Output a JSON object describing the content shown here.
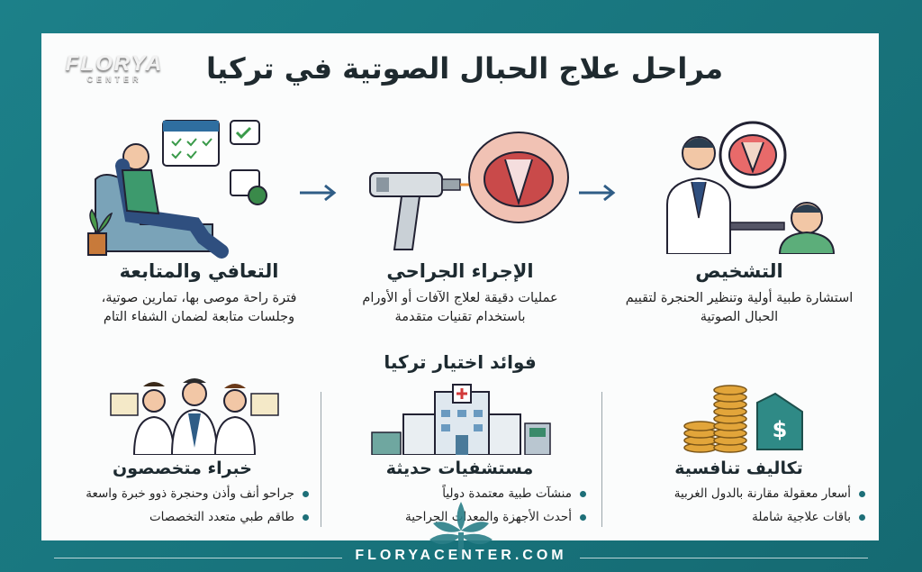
{
  "brand": {
    "logo_main": "FLORYA",
    "logo_sub": "CENTER"
  },
  "title": "مراحل علاج الحبال الصوتية في تركيا",
  "stages": [
    {
      "title": "التشخيص",
      "desc": "استشارة طبية أولية وتنظير الحنجرة لتقييم الحبال الصوتية",
      "icon": "doctor-endoscope-icon"
    },
    {
      "title": "الإجراء الجراحي",
      "desc": "عمليات دقيقة لعلاج الآفات أو الأورام باستخدام تقنيات متقدمة",
      "icon": "laser-throat-icon"
    },
    {
      "title": "التعافي والمتابعة",
      "desc": "فترة راحة موصى بها، تمارين صوتية، وجلسات متابعة لضمان الشفاء التام",
      "icon": "recovery-calendar-icon"
    }
  ],
  "benefits_title": "فوائد اختيار تركيا",
  "benefits": [
    {
      "title": "تكاليف تنافسية",
      "items": [
        "أسعار معقولة مقارنة بالدول الغربية",
        "باقات علاجية شاملة"
      ],
      "icon": "coins-price-tag-icon"
    },
    {
      "title": "مستشفيات حديثة",
      "items": [
        "منشآت طبية معتمدة دولياً",
        "أحدث الأجهزة والمعدات الجراحية"
      ],
      "icon": "hospital-icon"
    },
    {
      "title": "خبراء متخصصون",
      "items": [
        "جراحو أنف وأذن وحنجرة ذوو خبرة واسعة",
        "طاقم طبي متعدد التخصصات"
      ],
      "icon": "doctors-team-icon"
    }
  ],
  "footer": "FLORYACENTER.COM",
  "colors": {
    "frame": "#17727a",
    "card": "#fbfcfc",
    "accent": "#1d6f78",
    "text": "#1d2a30"
  }
}
